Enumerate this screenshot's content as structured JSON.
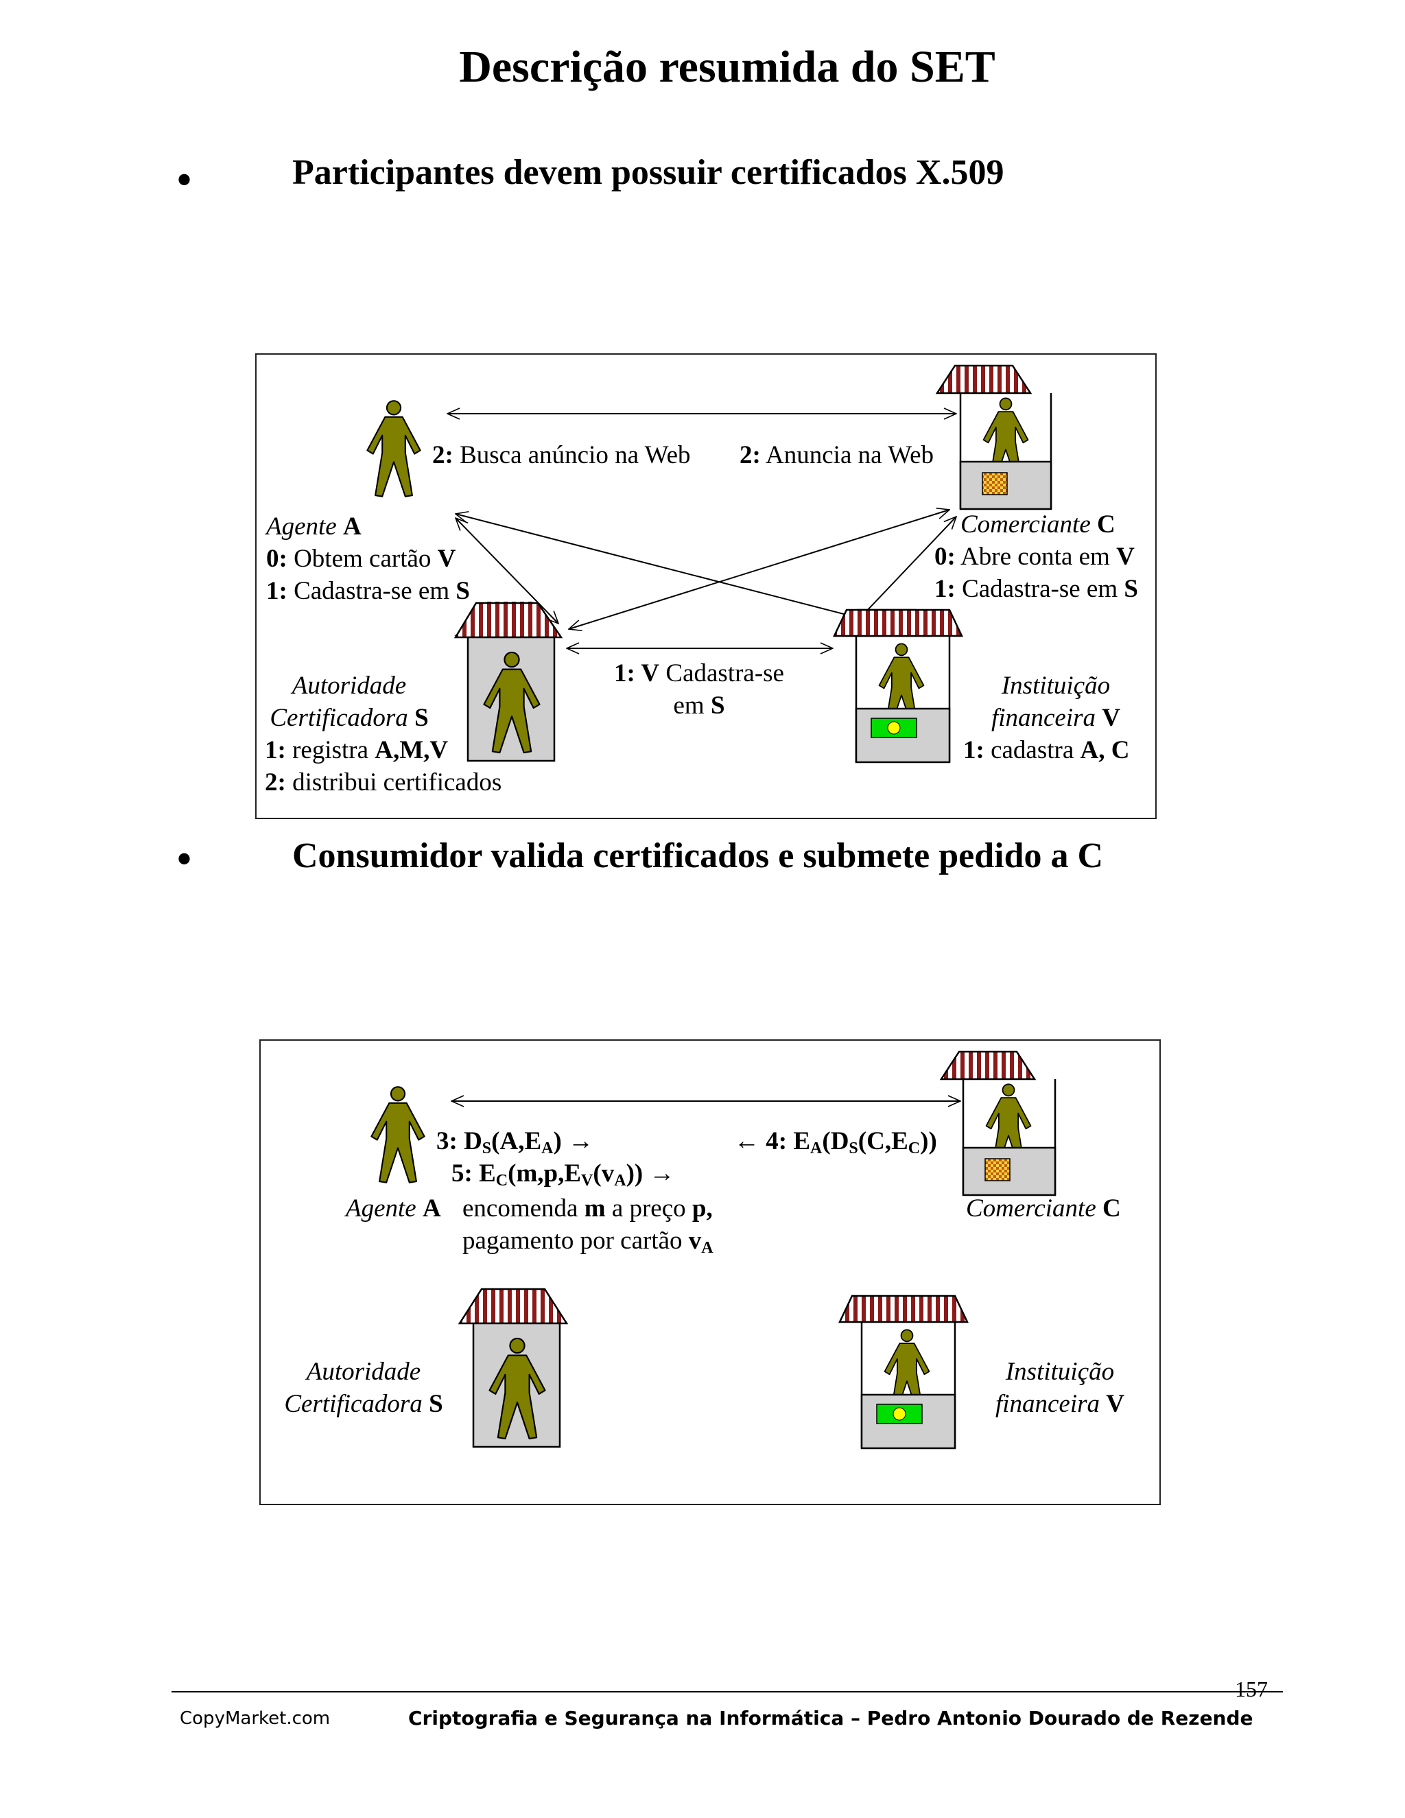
{
  "title": "Descrição resumida do SET",
  "bullets": [
    {
      "symbol": "•",
      "text": "Participantes devem possuir certificados X.509"
    },
    {
      "symbol": "•",
      "text": "Consumidor valida certificados e submete pedido a C"
    }
  ],
  "figure1": {
    "agent_step": {
      "num": "2:",
      "text": " Busca anúncio na Web"
    },
    "merchant_step": {
      "num": "2:",
      "text": " Anuncia na Web"
    },
    "agent": {
      "label": "Agente ",
      "letter": "A",
      "steps": [
        {
          "num": "0:",
          "text": " Obtem cartão ",
          "bold_tail": "V"
        },
        {
          "num": "1:",
          "text": " Cadastra-se em ",
          "bold_tail": "S"
        }
      ]
    },
    "merchant": {
      "label": "Comerciante ",
      "letter": "C",
      "steps": [
        {
          "num": "0:",
          "text": " Abre conta em ",
          "bold_tail": "V"
        },
        {
          "num": "1:",
          "text": " Cadastra-se em ",
          "bold_tail": "S"
        }
      ]
    },
    "ca": {
      "line1": "Autoridade",
      "line2": "Certificadora ",
      "letter": "S",
      "steps": [
        {
          "num": "1:",
          "text": " registra ",
          "bold_tail": "A,M,V"
        },
        {
          "num": "2:",
          "text": " distribui certificados",
          "bold_tail": ""
        }
      ]
    },
    "bank": {
      "line1": "Instituição",
      "line2": "financeira ",
      "letter": "V",
      "steps": [
        {
          "num": "1:",
          "text": " cadastra ",
          "bold_tail": "A, C"
        }
      ]
    },
    "middle": {
      "num": "1: V",
      "line1": " Cadastra-se",
      "line2": "em ",
      "letter": "S"
    }
  },
  "figure2": {
    "msg3": {
      "prefix": "3: D",
      "sub1": "S",
      "mid": "(A,E",
      "sub2": "A",
      "suffix": ") →"
    },
    "msg4": {
      "prefix": "← 4: E",
      "sub1": "A",
      "mid1": "(D",
      "sub2": "S",
      "mid2": "(C,E",
      "sub3": "C",
      "suffix": "))"
    },
    "msg5": {
      "prefix": "5: E",
      "sub1": "C",
      "mid1": "(m,p,E",
      "sub2": "V",
      "mid2": "(v",
      "sub3": "A",
      "suffix": ")) →"
    },
    "agent": {
      "label": "Agente ",
      "letter": "A"
    },
    "order": {
      "t1": "encomenda ",
      "b1": "m",
      "t2": " a preço ",
      "b2": "p,",
      "line2": "pagamento por cartão ",
      "b3": "v",
      "sub3": "A"
    },
    "merchant": {
      "label": "Comerciante ",
      "letter": "C"
    },
    "ca": {
      "line1": "Autoridade",
      "line2": "Certificadora ",
      "letter": "S"
    },
    "bank": {
      "line1": "Instituição",
      "line2": "financeira ",
      "letter": "V"
    }
  },
  "footer": {
    "left": "CopyMarket.com",
    "center": "Criptografia e Segurança na Informática – Pedro Antonio Dourado de Rezende",
    "page_number": "157"
  },
  "colors": {
    "figure_olive": "#7f7f00",
    "awning_red": "#8b1a1a",
    "booth_gray": "#d0d0d0",
    "cash_green": "#00dd00",
    "coin_yellow": "#ffff00",
    "checker_orange": "#e69500"
  }
}
